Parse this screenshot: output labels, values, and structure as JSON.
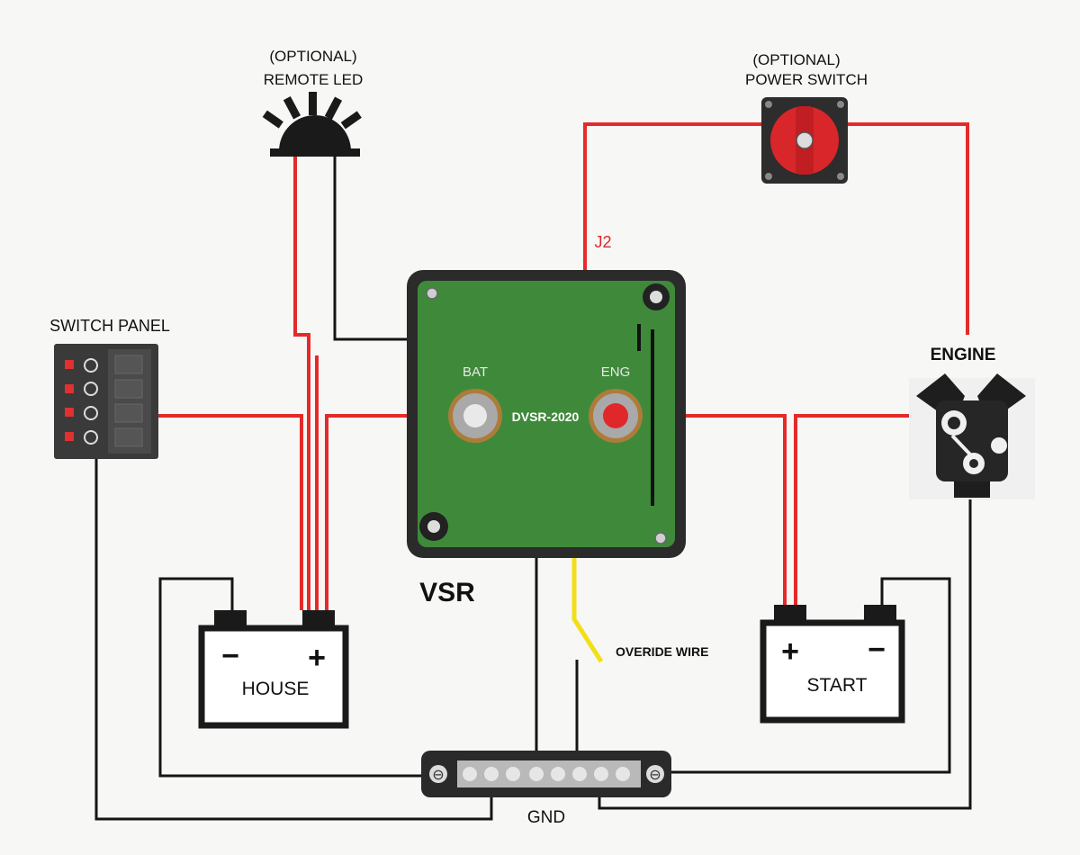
{
  "labels": {
    "remote_led_line1": "(OPTIONAL)",
    "remote_led_line2": "REMOTE LED",
    "power_switch_line1": "(OPTIONAL)",
    "power_switch_line2": "POWER SWITCH",
    "j2": "J2",
    "switch_panel": "SWITCH PANEL",
    "engine": "ENGINE",
    "bat_terminal": "BAT",
    "eng_terminal": "ENG",
    "board_model": "DVSR-2020",
    "vsr": "VSR",
    "house_battery": "HOUSE",
    "start_battery": "START",
    "override_wire": "OVERIDE WIRE",
    "ground_bus": "GND",
    "plus_sign": "+",
    "minus_sign": "−"
  },
  "colors": {
    "wire_positive": "#e42a2a",
    "wire_ground": "#151515",
    "wire_override": "#f2df1a",
    "vsr_board": "#3f8a3a",
    "vsr_frame": "#2b2b2b",
    "switch_knob": "#d8262a"
  },
  "icons": {
    "remote_led": "led-lamp-icon",
    "power_switch": "battery-switch-icon",
    "engine": "engine-icon",
    "switch_panel": "switch-panel-icon",
    "ground_bus": "ground-busbar-icon"
  }
}
